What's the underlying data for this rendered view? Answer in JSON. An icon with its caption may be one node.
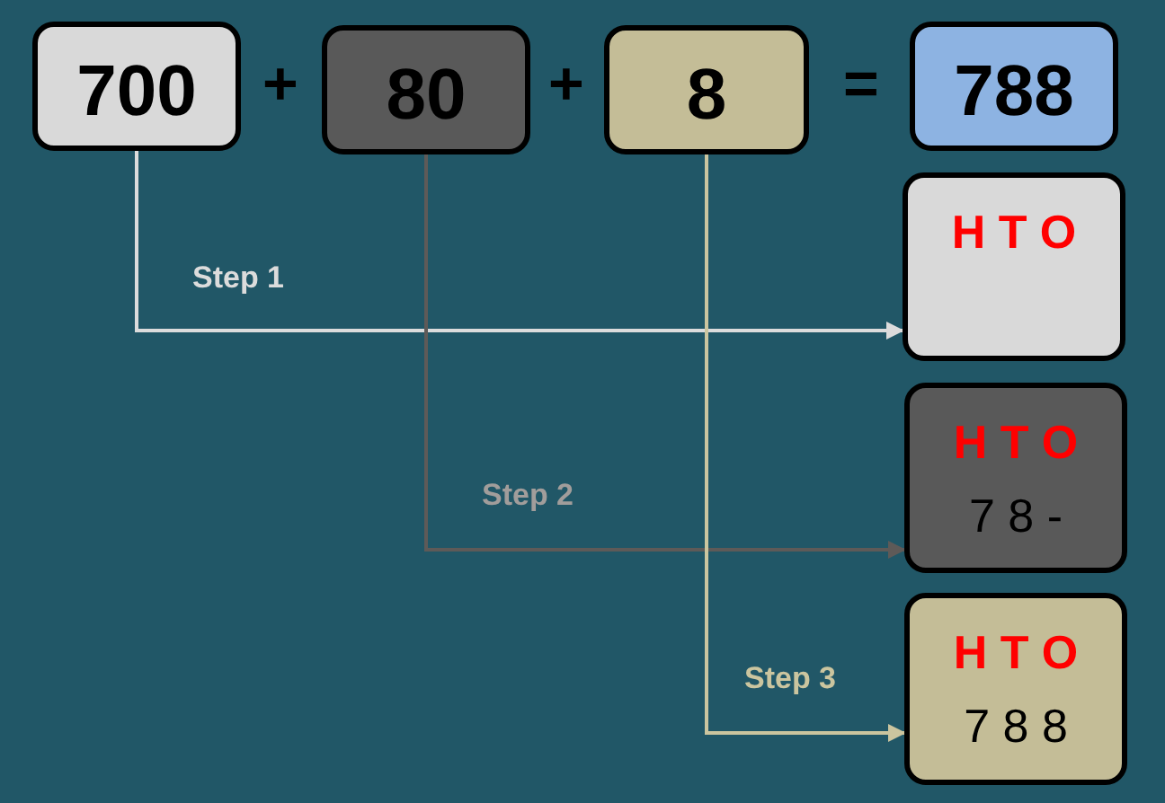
{
  "diagram": {
    "nodes": [
      {
        "text": [
          "700"
        ]
      },
      {
        "text": [
          "80"
        ]
      },
      {
        "text": [
          "8"
        ]
      },
      {
        "text": [
          "788"
        ]
      },
      {
        "text": [
          "H T O"
        ]
      },
      {
        "text": [
          "H T O",
          "7 8 -"
        ]
      },
      {
        "text": [
          "H T O",
          "7 8 8"
        ]
      }
    ],
    "edges": [
      {
        "from": 0,
        "to": 4,
        "arrow": "to",
        "label": "Step 1",
        "color": "#dcdcdc"
      },
      {
        "from": 1,
        "to": 5,
        "arrow": "to",
        "label": "Step 2",
        "color": "#5e5a58"
      },
      {
        "from": 2,
        "to": 6,
        "arrow": "to",
        "label": "Step 3",
        "color": "#cbc59f"
      }
    ],
    "labels": [
      "+",
      "+",
      "="
    ]
  }
}
